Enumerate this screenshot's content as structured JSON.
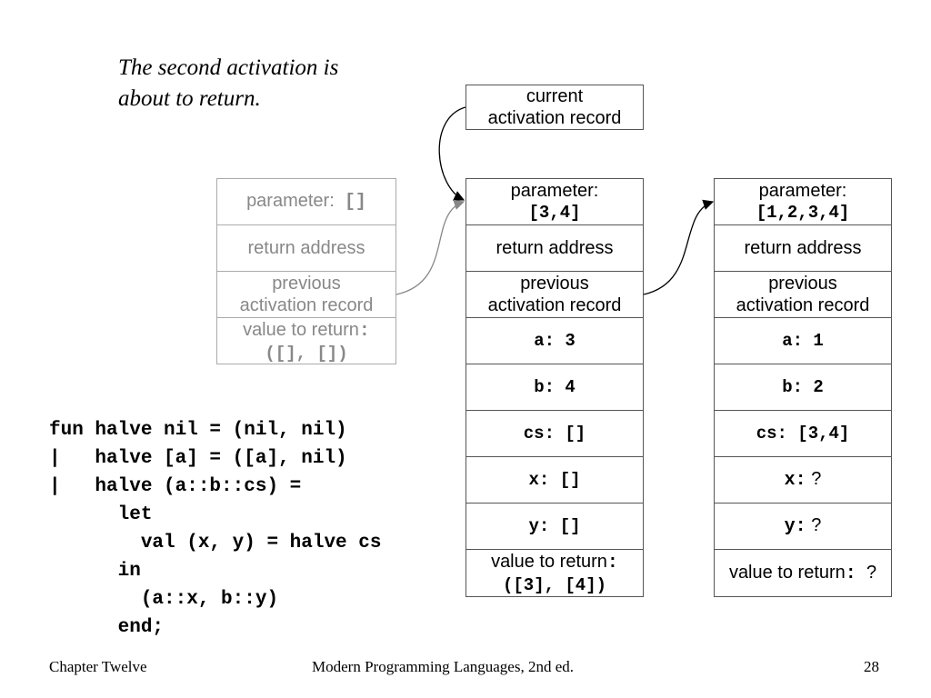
{
  "caption": [
    "The second activation is",
    "about to return."
  ],
  "current_record": [
    "current",
    "activation record"
  ],
  "records": {
    "left": {
      "parameter_label": "parameter:",
      "parameter_value": "[]",
      "return_address": "return address",
      "previous": [
        "previous",
        "activation record"
      ],
      "value_label": "value to return",
      "value_colon": ":",
      "value_value": "([], [])"
    },
    "middle": {
      "parameter_label": "parameter:",
      "parameter_value": "[3,4]",
      "return_address": "return address",
      "previous": [
        "previous",
        "activation record"
      ],
      "a": "a: 3",
      "b": "b: 4",
      "cs": "cs: []",
      "x": "x: []",
      "y": "y: []",
      "value_label": "value to return",
      "value_colon": ":",
      "value_value": "([3], [4])"
    },
    "right": {
      "parameter_label": "parameter:",
      "parameter_value": "[1,2,3,4]",
      "return_address": "return address",
      "previous": [
        "previous",
        "activation record"
      ],
      "a": "a: 1",
      "b": "b: 2",
      "cs": "cs: [3,4]",
      "x_label": "x:",
      "x_value": "?",
      "y_label": "y:",
      "y_value": "?",
      "value_label": "value to return",
      "value_colon": ":",
      "value_value": "?"
    }
  },
  "code": [
    "fun halve nil = (nil, nil)",
    "|   halve [a] = ([a], nil)",
    "|   halve (a::b::cs) =",
    "      let",
    "        val (x, y) = halve cs",
    "      in",
    "        (a::x, b::y)",
    "      end;"
  ],
  "footer": {
    "left": "Chapter Twelve",
    "center": "Modern Programming Languages, 2nd ed.",
    "right": "28"
  }
}
